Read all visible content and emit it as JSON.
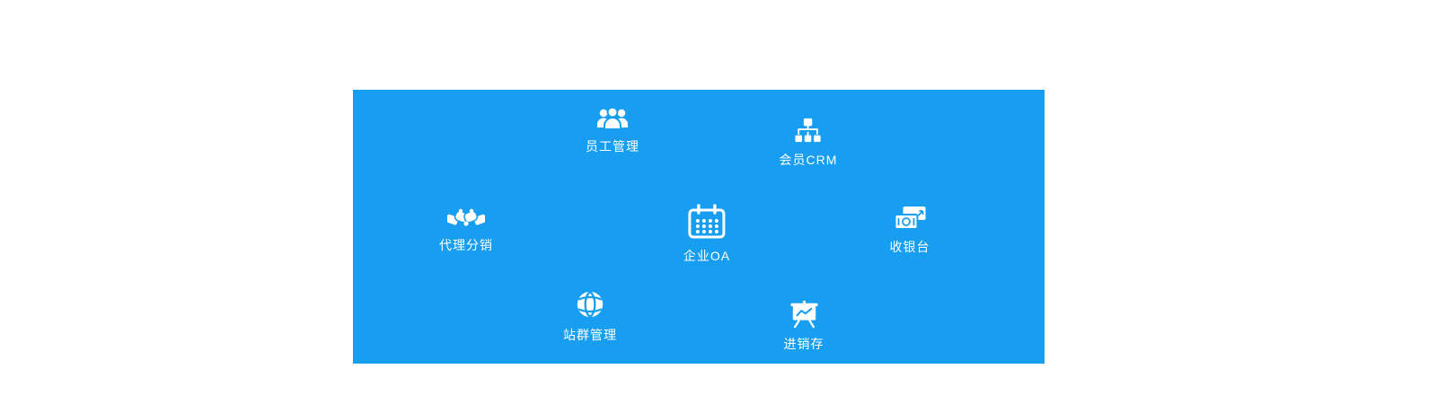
{
  "panel": {
    "bg_color": "#189EF0",
    "text_color": "#ffffff",
    "items": [
      {
        "label": "员工管理",
        "icon": "people-group-icon"
      },
      {
        "label": "会员CRM",
        "icon": "org-chart-icon"
      },
      {
        "label": "代理分销",
        "icon": "handshake-icon"
      },
      {
        "label": "企业OA",
        "icon": "calendar-icon"
      },
      {
        "label": "收银台",
        "icon": "cash-icon"
      },
      {
        "label": "站群管理",
        "icon": "globe-icon"
      },
      {
        "label": "进销存",
        "icon": "presentation-chart-icon"
      }
    ]
  }
}
